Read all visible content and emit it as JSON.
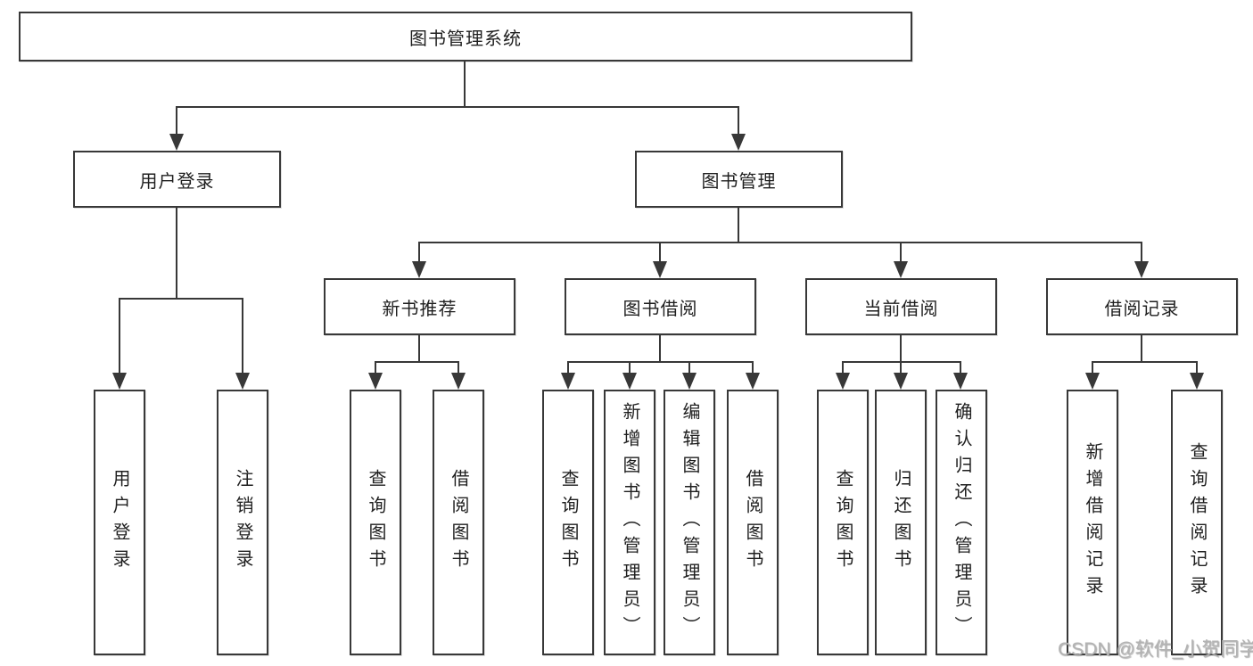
{
  "root": {
    "label": "图书管理系统"
  },
  "level2": {
    "user_login": {
      "label": "用户登录"
    },
    "book_mgmt": {
      "label": "图书管理"
    }
  },
  "level3": {
    "new_books": {
      "label": "新书推荐"
    },
    "book_borrow": {
      "label": "图书借阅"
    },
    "current_borrow": {
      "label": "当前借阅"
    },
    "borrow_records": {
      "label": "借阅记录"
    }
  },
  "leaves": {
    "user_login": [
      "用户登录",
      "注销登录"
    ],
    "new_books": [
      "查询图书",
      "借阅图书"
    ],
    "book_borrow": [
      "查询图书",
      "新增图书（管理员）",
      "编辑图书（管理员）",
      "借阅图书"
    ],
    "current_borrow": [
      "查询图书",
      "归还图书",
      "确认归还（管理员）"
    ],
    "borrow_records": [
      "新增借阅记录",
      "查询借阅记录"
    ]
  },
  "watermark": {
    "text": "CSDN @软件_小贺同学"
  },
  "colors": {
    "line": "#383838",
    "text": "#1f1f1f",
    "watermark": "#b3b3b3"
  }
}
